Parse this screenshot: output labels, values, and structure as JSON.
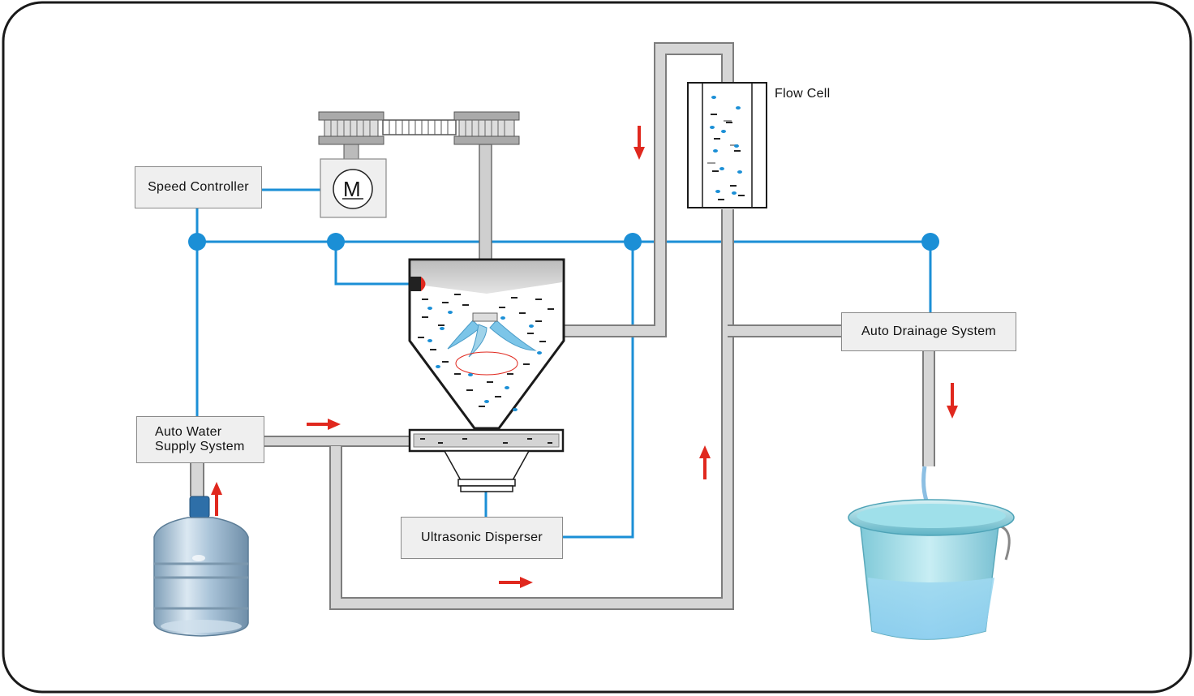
{
  "labels": {
    "speed_controller": "Speed Controller",
    "motor_symbol": "M",
    "flow_cell": "Flow Cell",
    "auto_drainage": "Auto Drainage System",
    "auto_water_line1": "Auto Water",
    "auto_water_line2": "Supply System",
    "ultrasonic": "Ultrasonic Disperser"
  },
  "colors": {
    "signal_line": "#1b8fd6",
    "pipe": "#c9c9c9",
    "pipe_edge": "#7d7d7d",
    "flow_arrow": "#e0281e",
    "frame": "#1a1a1a"
  },
  "icons": {
    "water_jug": "water-jug-icon",
    "bucket": "bucket-icon",
    "motor": "motor-icon"
  }
}
